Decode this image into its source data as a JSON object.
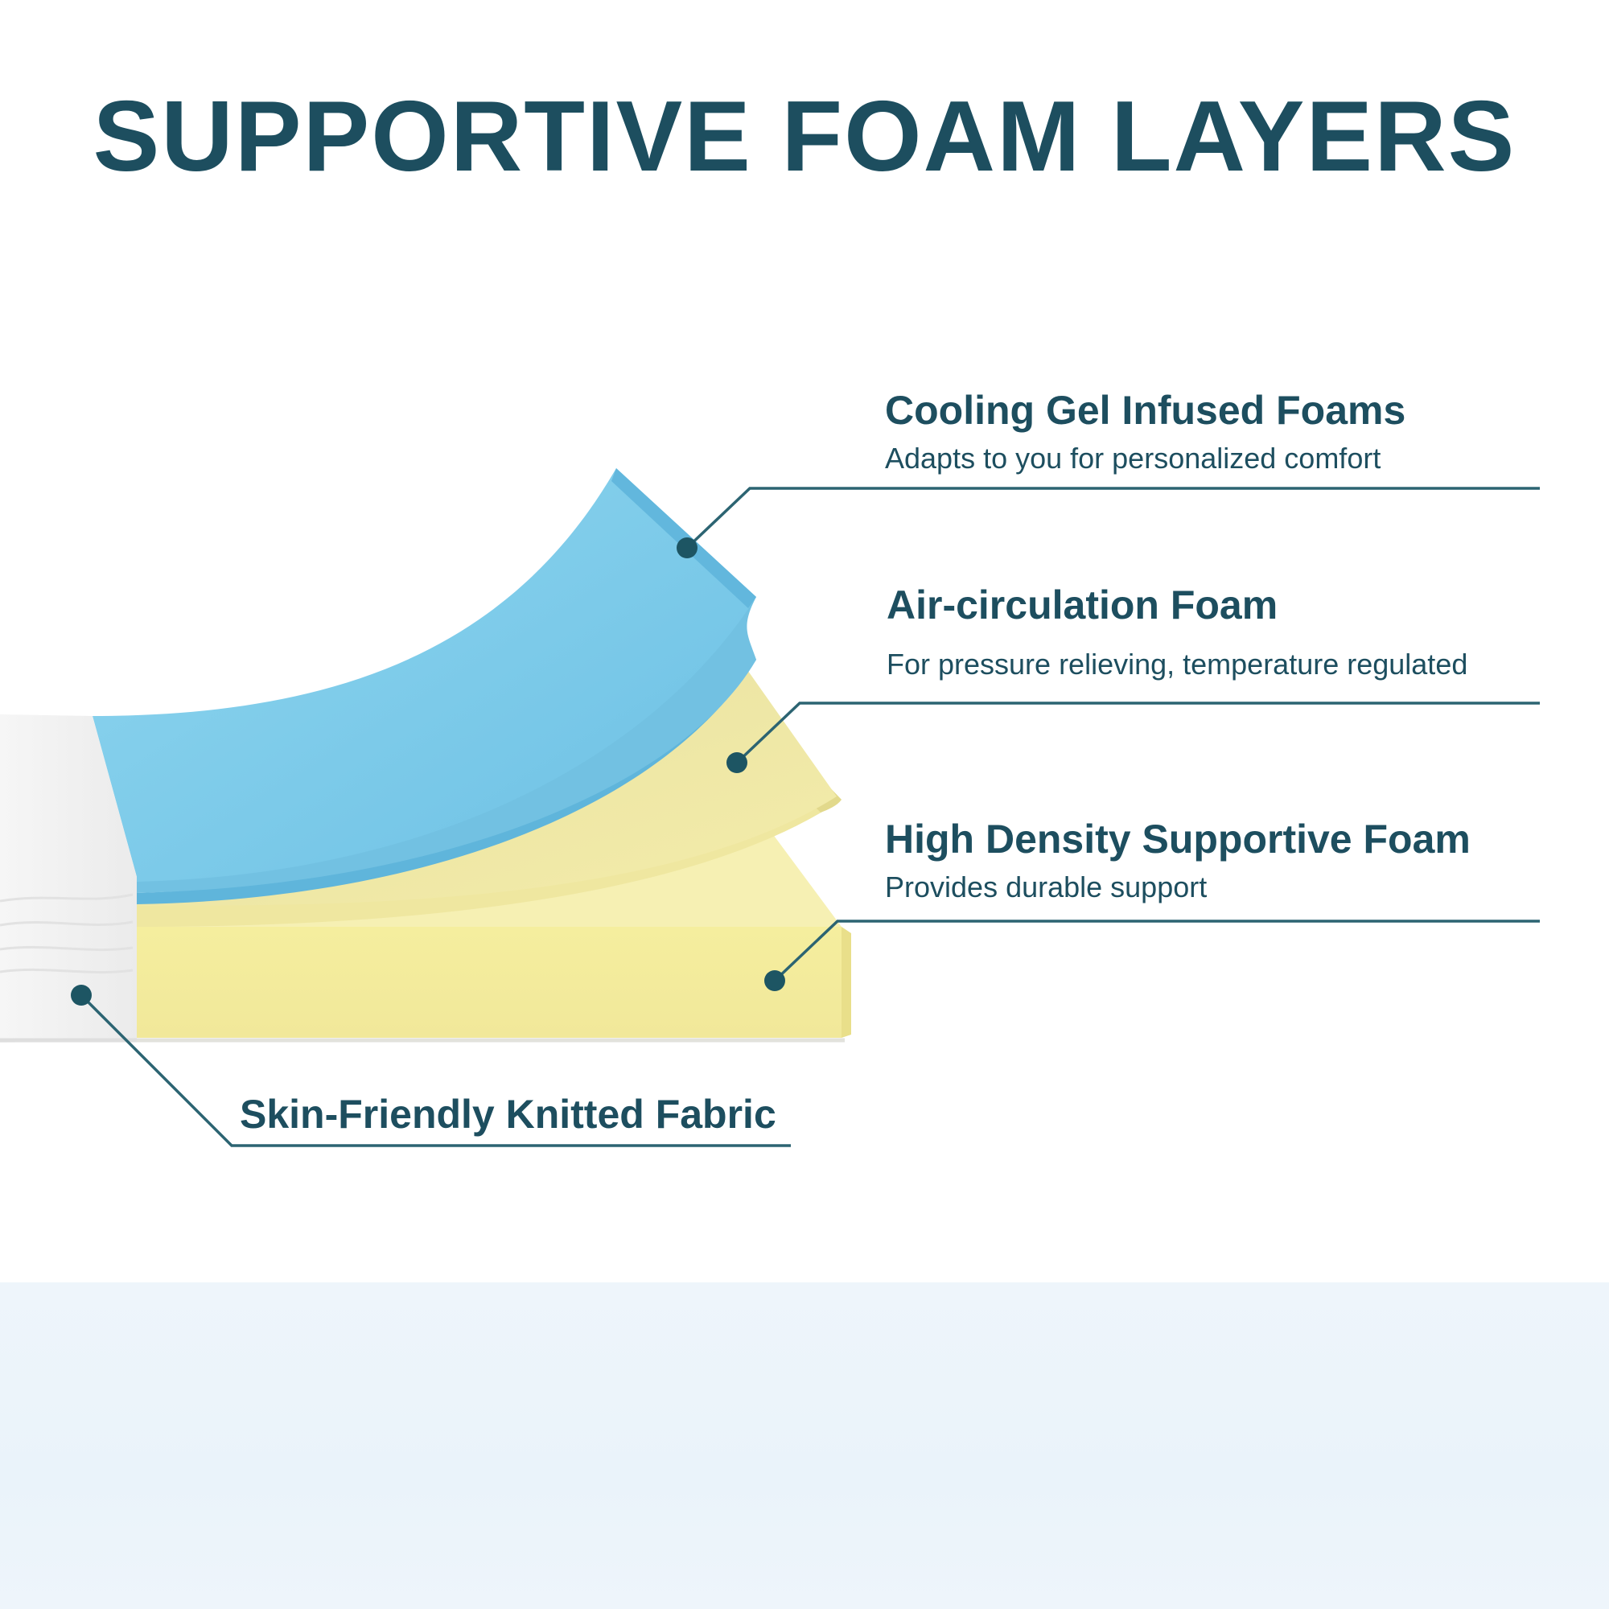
{
  "title": "SUPPORTIVE FOAM LAYERS",
  "layers": [
    {
      "heading": "Cooling Gel Infused Foams",
      "description": "Adapts to you for personalized comfort",
      "color": "#7ccbe8"
    },
    {
      "heading": "Air-circulation Foam",
      "description": "For pressure relieving, temperature regulated",
      "color": "#f3eba0"
    },
    {
      "heading": "High Density Supportive Foam",
      "description": "Provides durable support",
      "color": "#f5eea0"
    },
    {
      "heading": "Skin-Friendly Knitted Fabric",
      "description": "",
      "color": "#f4f4f4"
    }
  ],
  "colors": {
    "text": "#1d4e5f",
    "leader": "#2c6472",
    "band": "#eef5fb"
  }
}
